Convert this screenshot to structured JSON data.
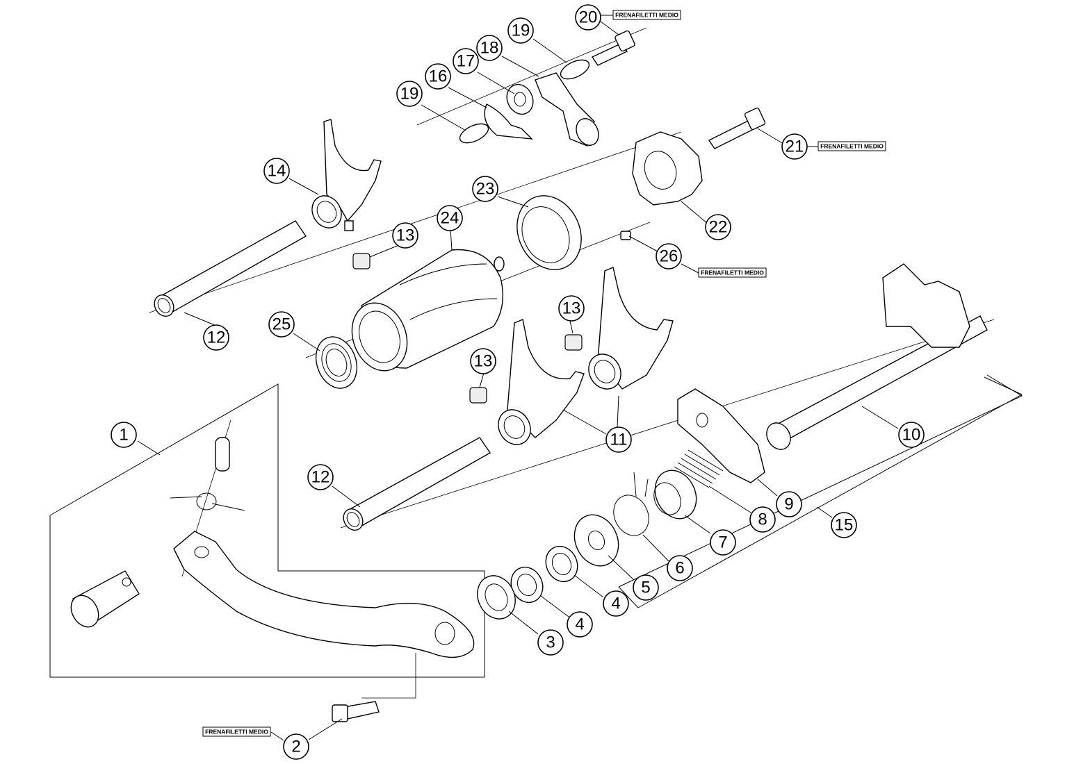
{
  "note_text": "FRENAFILETTI MEDIO",
  "callouts": [
    {
      "id": "c1",
      "label": "1"
    },
    {
      "id": "c2",
      "label": "2"
    },
    {
      "id": "c3",
      "label": "3"
    },
    {
      "id": "c4a",
      "label": "4"
    },
    {
      "id": "c4b",
      "label": "4"
    },
    {
      "id": "c5",
      "label": "5"
    },
    {
      "id": "c6",
      "label": "6"
    },
    {
      "id": "c7",
      "label": "7"
    },
    {
      "id": "c8",
      "label": "8"
    },
    {
      "id": "c9",
      "label": "9"
    },
    {
      "id": "c10",
      "label": "10"
    },
    {
      "id": "c11",
      "label": "11"
    },
    {
      "id": "c12a",
      "label": "12"
    },
    {
      "id": "c12b",
      "label": "12"
    },
    {
      "id": "c13a",
      "label": "13"
    },
    {
      "id": "c13b",
      "label": "13"
    },
    {
      "id": "c13c",
      "label": "13"
    },
    {
      "id": "c14",
      "label": "14"
    },
    {
      "id": "c15",
      "label": "15"
    },
    {
      "id": "c16",
      "label": "16"
    },
    {
      "id": "c17",
      "label": "17"
    },
    {
      "id": "c18",
      "label": "18"
    },
    {
      "id": "c19a",
      "label": "19"
    },
    {
      "id": "c19b",
      "label": "19"
    },
    {
      "id": "c20",
      "label": "20"
    },
    {
      "id": "c21",
      "label": "21"
    },
    {
      "id": "c22",
      "label": "22"
    },
    {
      "id": "c23",
      "label": "23"
    },
    {
      "id": "c24",
      "label": "24"
    },
    {
      "id": "c25",
      "label": "25"
    },
    {
      "id": "c26",
      "label": "26"
    }
  ]
}
